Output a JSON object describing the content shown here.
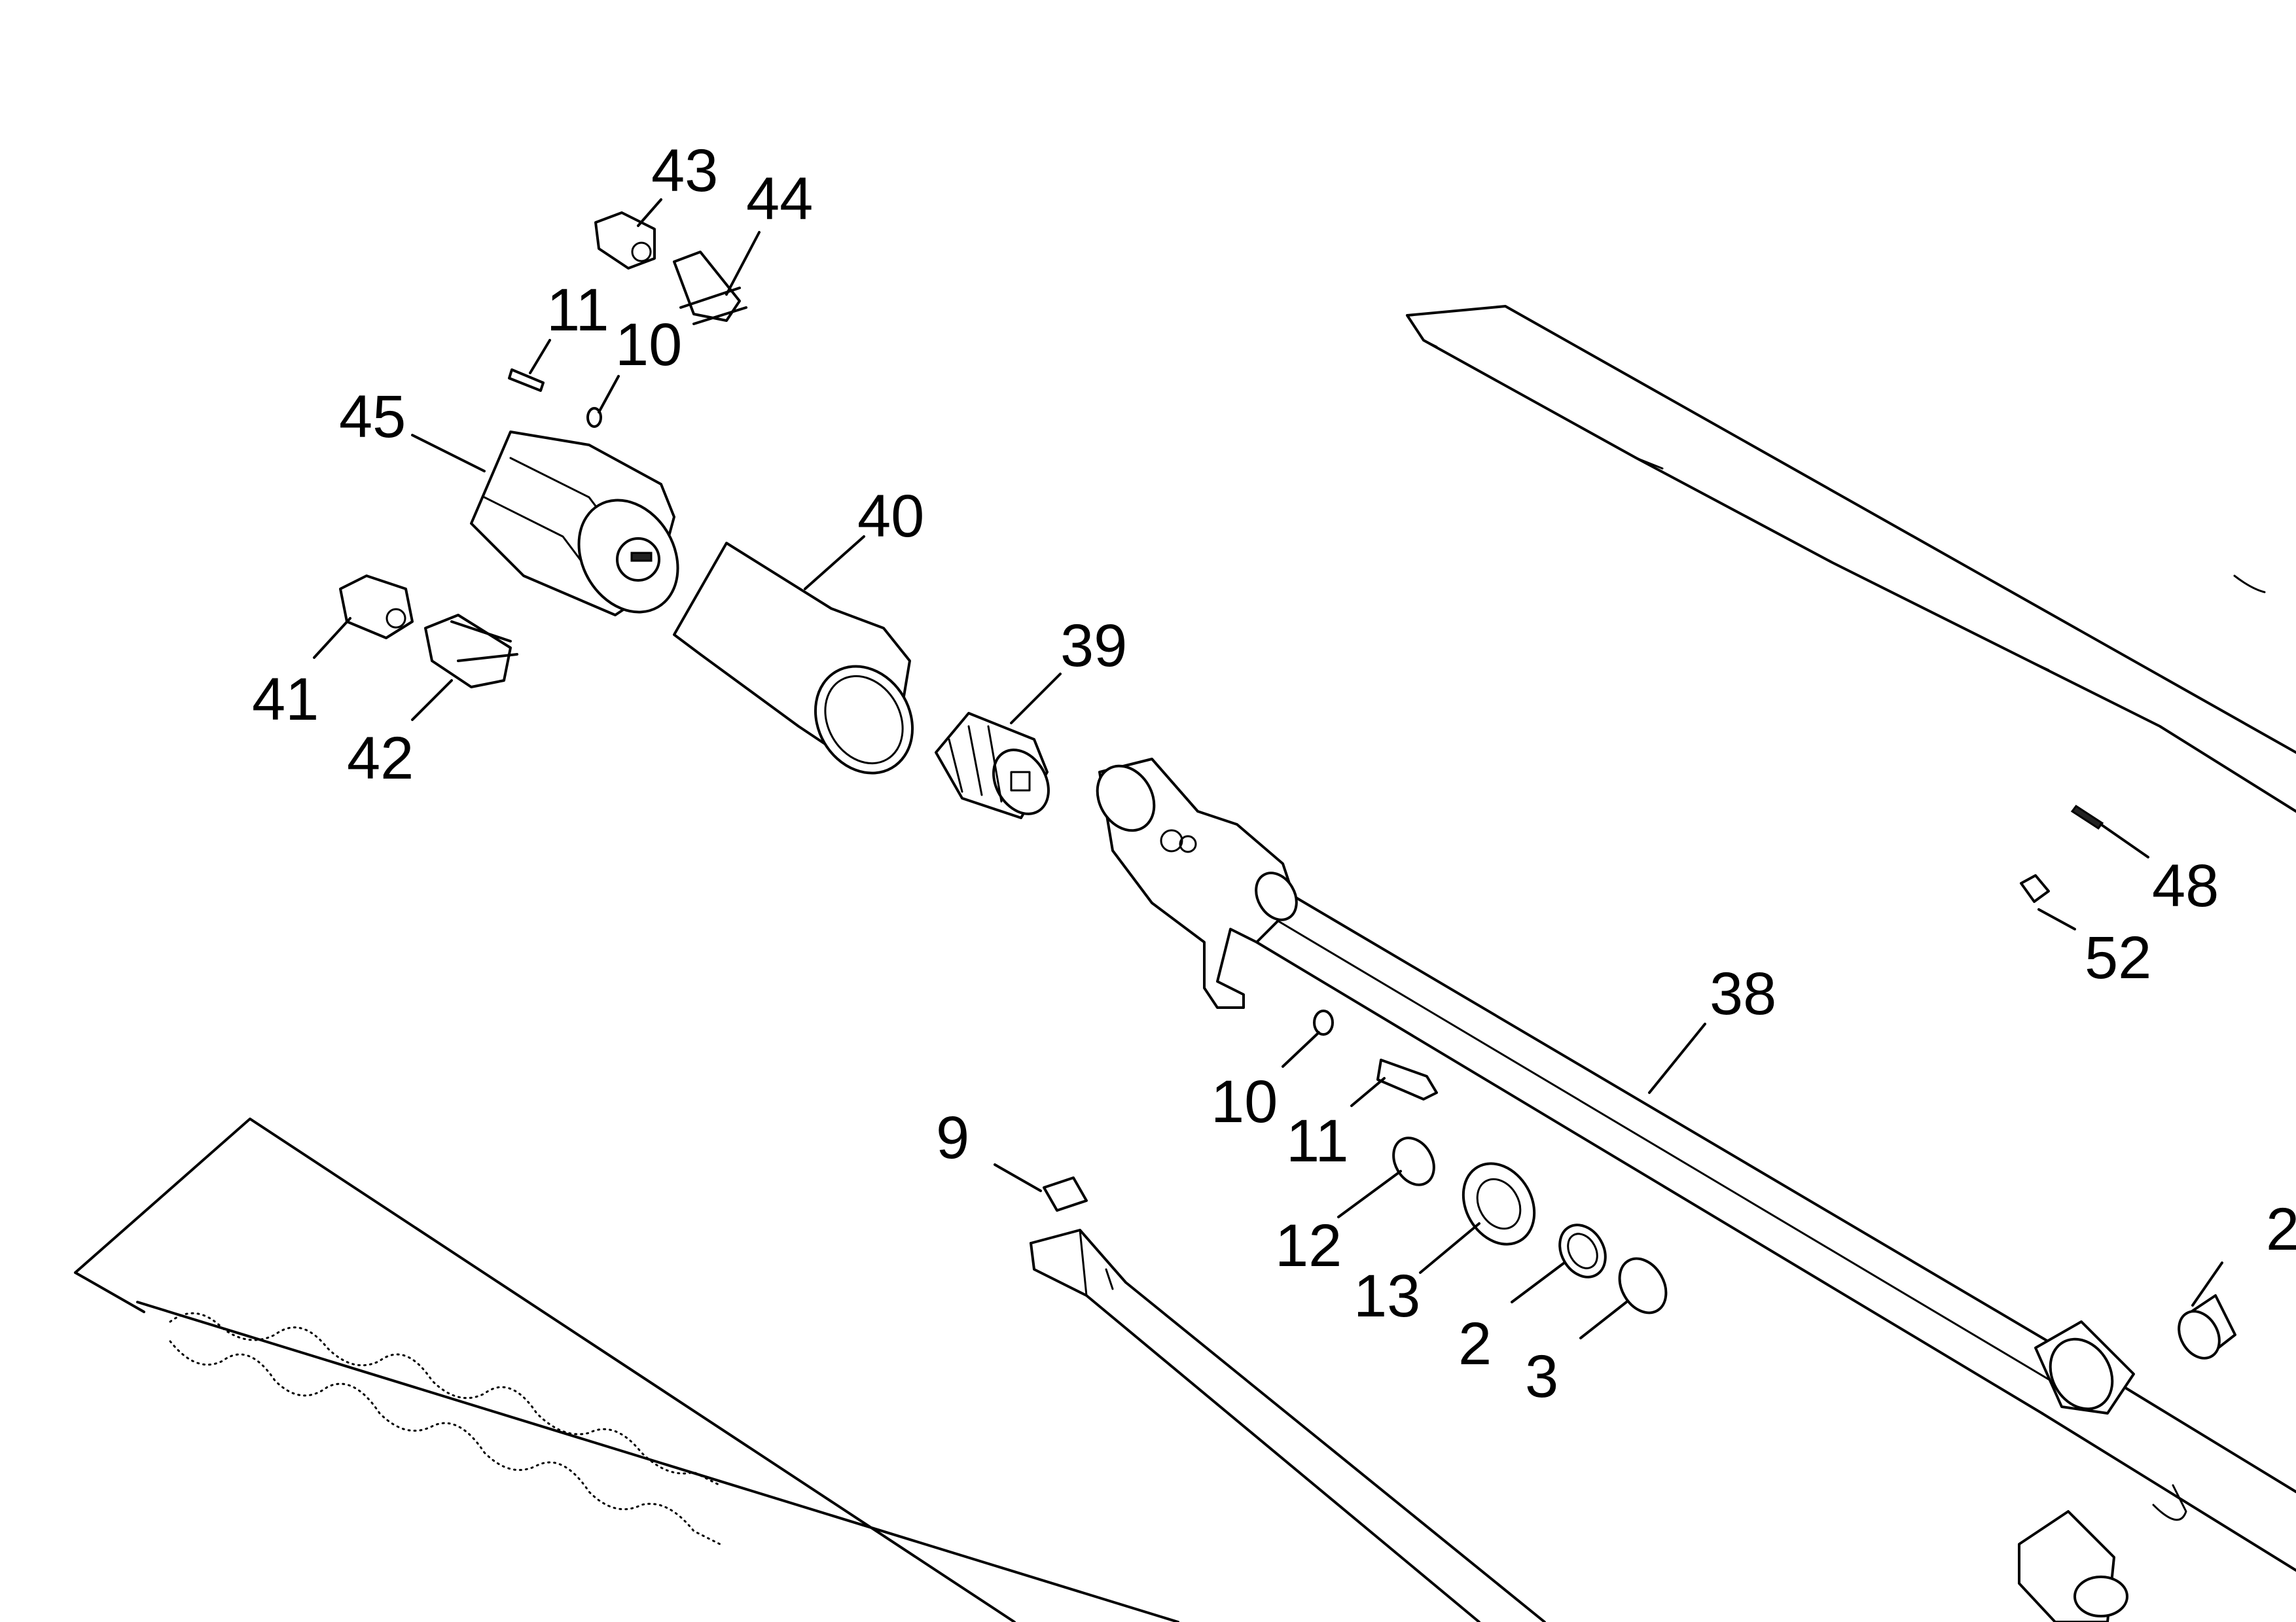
{
  "callouts": [
    {
      "id": "c43",
      "label": "43"
    },
    {
      "id": "c44",
      "label": "44"
    },
    {
      "id": "c11a",
      "label": "11"
    },
    {
      "id": "c10a",
      "label": "10"
    },
    {
      "id": "c45",
      "label": "45"
    },
    {
      "id": "c40",
      "label": "40"
    },
    {
      "id": "c39",
      "label": "39"
    },
    {
      "id": "c41",
      "label": "41"
    },
    {
      "id": "c42",
      "label": "42"
    },
    {
      "id": "c48",
      "label": "48"
    },
    {
      "id": "c52",
      "label": "52"
    },
    {
      "id": "c38",
      "label": "38"
    },
    {
      "id": "c10b",
      "label": "10"
    },
    {
      "id": "c11b",
      "label": "11"
    },
    {
      "id": "c9",
      "label": "9"
    },
    {
      "id": "c12",
      "label": "12"
    },
    {
      "id": "c13",
      "label": "13"
    },
    {
      "id": "c2a",
      "label": "2"
    },
    {
      "id": "c3",
      "label": "3"
    },
    {
      "id": "c2b",
      "label": "2"
    }
  ]
}
